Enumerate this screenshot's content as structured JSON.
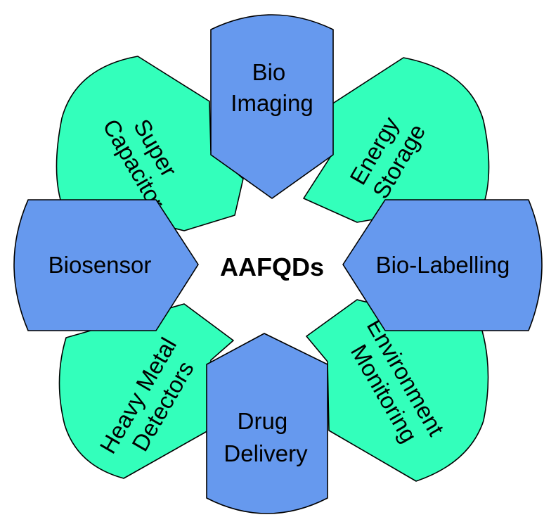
{
  "diagram": {
    "center": "AAFQDs",
    "petals": [
      {
        "id": "bio-imaging",
        "lines": [
          "Bio",
          "Imaging"
        ],
        "color": "#6699ee",
        "kind": "blue"
      },
      {
        "id": "energy-storage",
        "lines": [
          "Energy",
          "Storage"
        ],
        "color": "#33ffbb",
        "kind": "green"
      },
      {
        "id": "bio-labelling",
        "lines": [
          "Bio-Labelling"
        ],
        "color": "#6699ee",
        "kind": "blue"
      },
      {
        "id": "environment-monitoring",
        "lines": [
          "Environment",
          "Monitoring"
        ],
        "color": "#33ffbb",
        "kind": "green"
      },
      {
        "id": "drug-delivery",
        "lines": [
          "Drug",
          "Delivery"
        ],
        "color": "#6699ee",
        "kind": "blue"
      },
      {
        "id": "heavy-metal-detectors",
        "lines": [
          "Heavy Metal",
          "Detectors"
        ],
        "color": "#33ffbb",
        "kind": "green"
      },
      {
        "id": "biosensor",
        "lines": [
          "Biosensor"
        ],
        "color": "#6699ee",
        "kind": "blue"
      },
      {
        "id": "super-capacitor",
        "lines": [
          "Super",
          "Capacitor"
        ],
        "color": "#33ffbb",
        "kind": "green"
      }
    ]
  }
}
